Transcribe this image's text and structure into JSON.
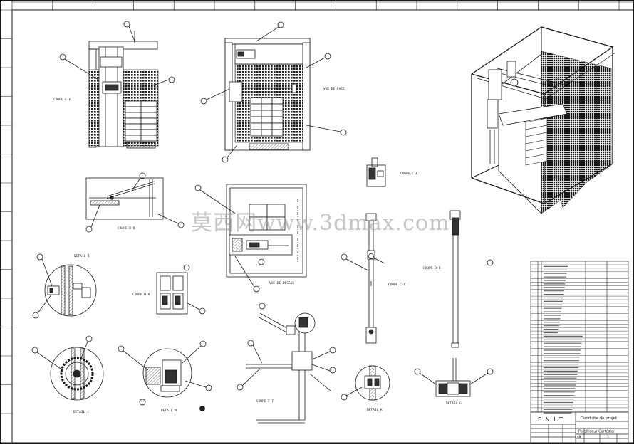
{
  "watermark": "莫西网www.3dmax.com",
  "labels": {
    "coupe_ee": "COUPE E-E",
    "vue_de_face": "VUE DE FACE",
    "coupe_ll": "COUPE L-L",
    "coupe_bb": "COUPE B-B",
    "vue_de_dessus": "VUE DE DESSUS",
    "coupe_dd": "COUPE D-D",
    "coupe_cc": "COUPE C-C",
    "coupe_hh": "COUPE H-H",
    "detail_i": "DETAIL I",
    "detail_j": "DETAIL J",
    "detail_m": "DETAIL M",
    "coupe_ff": "COUPE F-F",
    "detail_k": "DETAIL K",
    "detail_g": "DETAIL G"
  },
  "title_block": {
    "school": "E.N.I.T",
    "project": "Conduite de projet",
    "drawing_title": "Palettiseur Cartésien",
    "format": "A0",
    "sheet": "1"
  },
  "colors": {
    "line": "#1a1a1a",
    "grid": "#222222",
    "watermark": "#999999"
  }
}
